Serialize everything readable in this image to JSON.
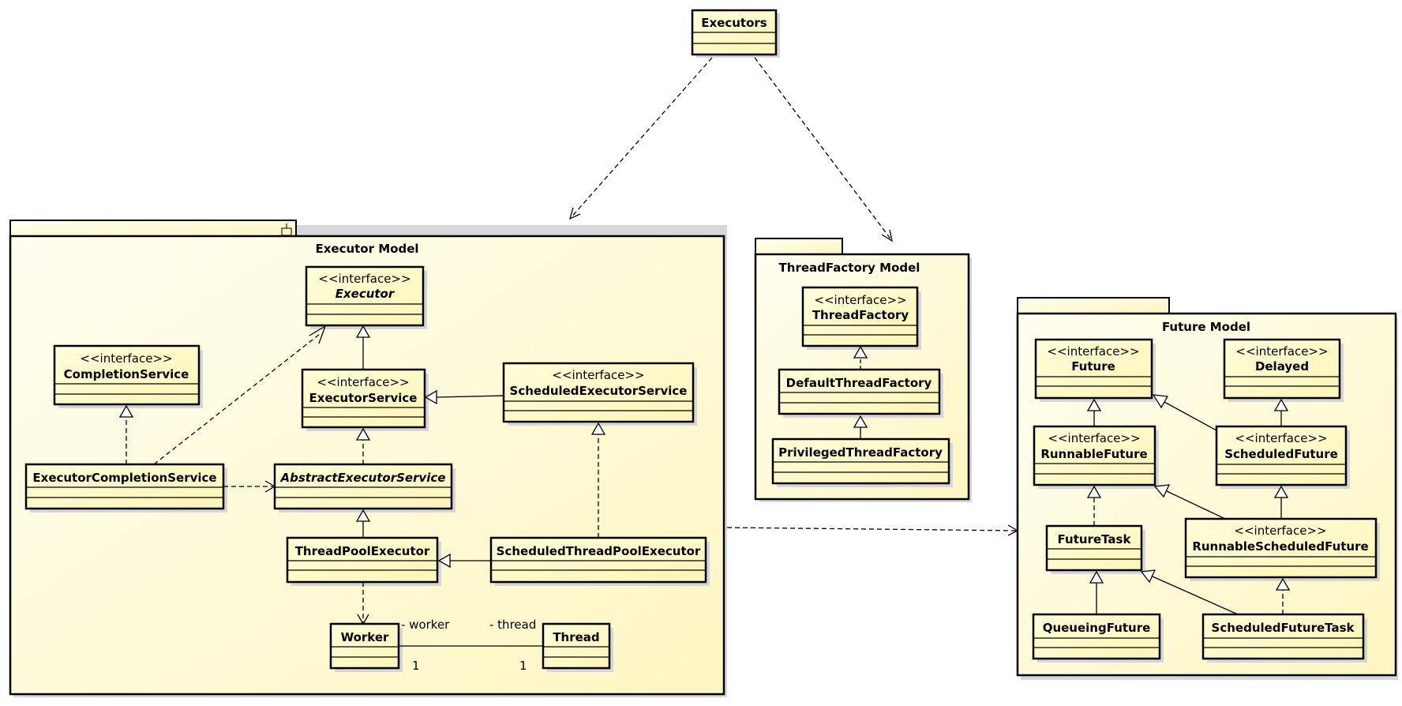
{
  "diagram": {
    "packages": {
      "executor_model": {
        "title": "Executor Model"
      },
      "threadfactory_model": {
        "title": "ThreadFactory Model"
      },
      "future_model": {
        "title": "Future Model"
      }
    },
    "classes": {
      "executors": {
        "name": "Executors"
      },
      "executor": {
        "stereotype": "<<interface>>",
        "name": "Executor"
      },
      "completion_service": {
        "stereotype": "<<interface>>",
        "name": "CompletionService"
      },
      "executor_service": {
        "stereotype": "<<interface>>",
        "name": "ExecutorService"
      },
      "scheduled_executor_service": {
        "stereotype": "<<interface>>",
        "name": "ScheduledExecutorService"
      },
      "executor_completion_service": {
        "name": "ExecutorCompletionService"
      },
      "abstract_executor_service": {
        "name": "AbstractExecutorService"
      },
      "thread_pool_executor": {
        "name": "ThreadPoolExecutor"
      },
      "scheduled_thread_pool_executor": {
        "name": "ScheduledThreadPoolExecutor"
      },
      "worker": {
        "name": "Worker"
      },
      "thread": {
        "name": "Thread"
      },
      "thread_factory": {
        "stereotype": "<<interface>>",
        "name": "ThreadFactory"
      },
      "default_thread_factory": {
        "name": "DefaultThreadFactory"
      },
      "privileged_thread_factory": {
        "name": "PrivilegedThreadFactory"
      },
      "future": {
        "stereotype": "<<interface>>",
        "name": "Future"
      },
      "delayed": {
        "stereotype": "<<interface>>",
        "name": "Delayed"
      },
      "runnable_future": {
        "stereotype": "<<interface>>",
        "name": "RunnableFuture"
      },
      "scheduled_future": {
        "stereotype": "<<interface>>",
        "name": "ScheduledFuture"
      },
      "future_task": {
        "name": "FutureTask"
      },
      "runnable_scheduled_future": {
        "stereotype": "<<interface>>",
        "name": "RunnableScheduledFuture"
      },
      "queueing_future": {
        "name": "QueueingFuture"
      },
      "scheduled_future_task": {
        "name": "ScheduledFutureTask"
      }
    },
    "association": {
      "worker_role": "- worker",
      "thread_role": "- thread",
      "worker_multiplicity": "1",
      "thread_multiplicity": "1"
    },
    "colors": {
      "fill": "#fffdd6",
      "fill_dark": "#fdf6b8",
      "line": "#000000",
      "shadow": "#d6d6d6"
    }
  }
}
